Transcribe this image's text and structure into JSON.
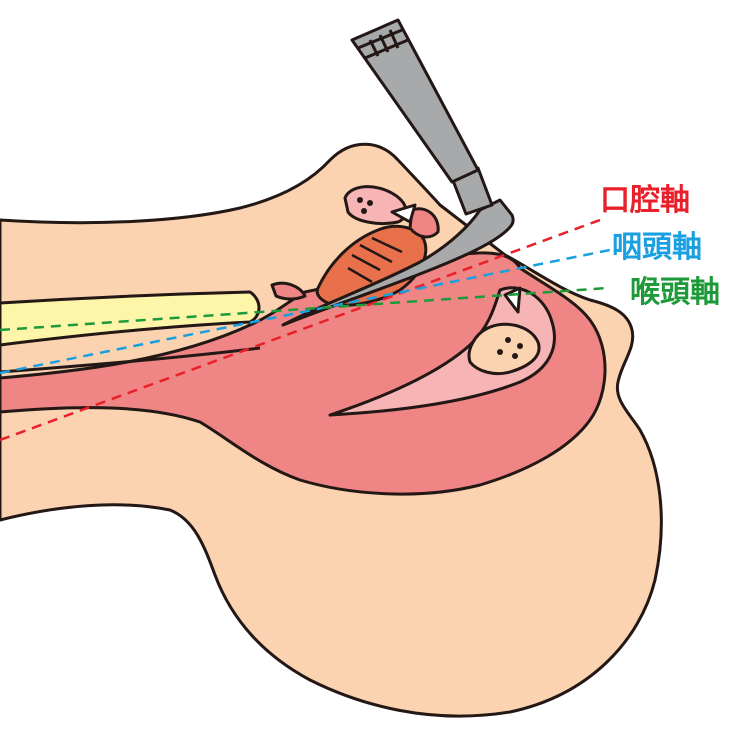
{
  "labels": {
    "oral_axis": "口腔軸",
    "pharyngeal_axis": "咽頭軸",
    "laryngeal_axis": "喉頭軸"
  },
  "colors": {
    "oral_axis": "#e8202a",
    "pharyngeal_axis": "#1aa0e0",
    "laryngeal_axis": "#1f9a3a",
    "skin": "#fbd3b0",
    "tissue_red": "#f08585",
    "trachea_yellow": "#fdf6a8",
    "tongue": "#e8714b",
    "instrument_gray": "#a7a9ab",
    "outline": "#231815"
  }
}
